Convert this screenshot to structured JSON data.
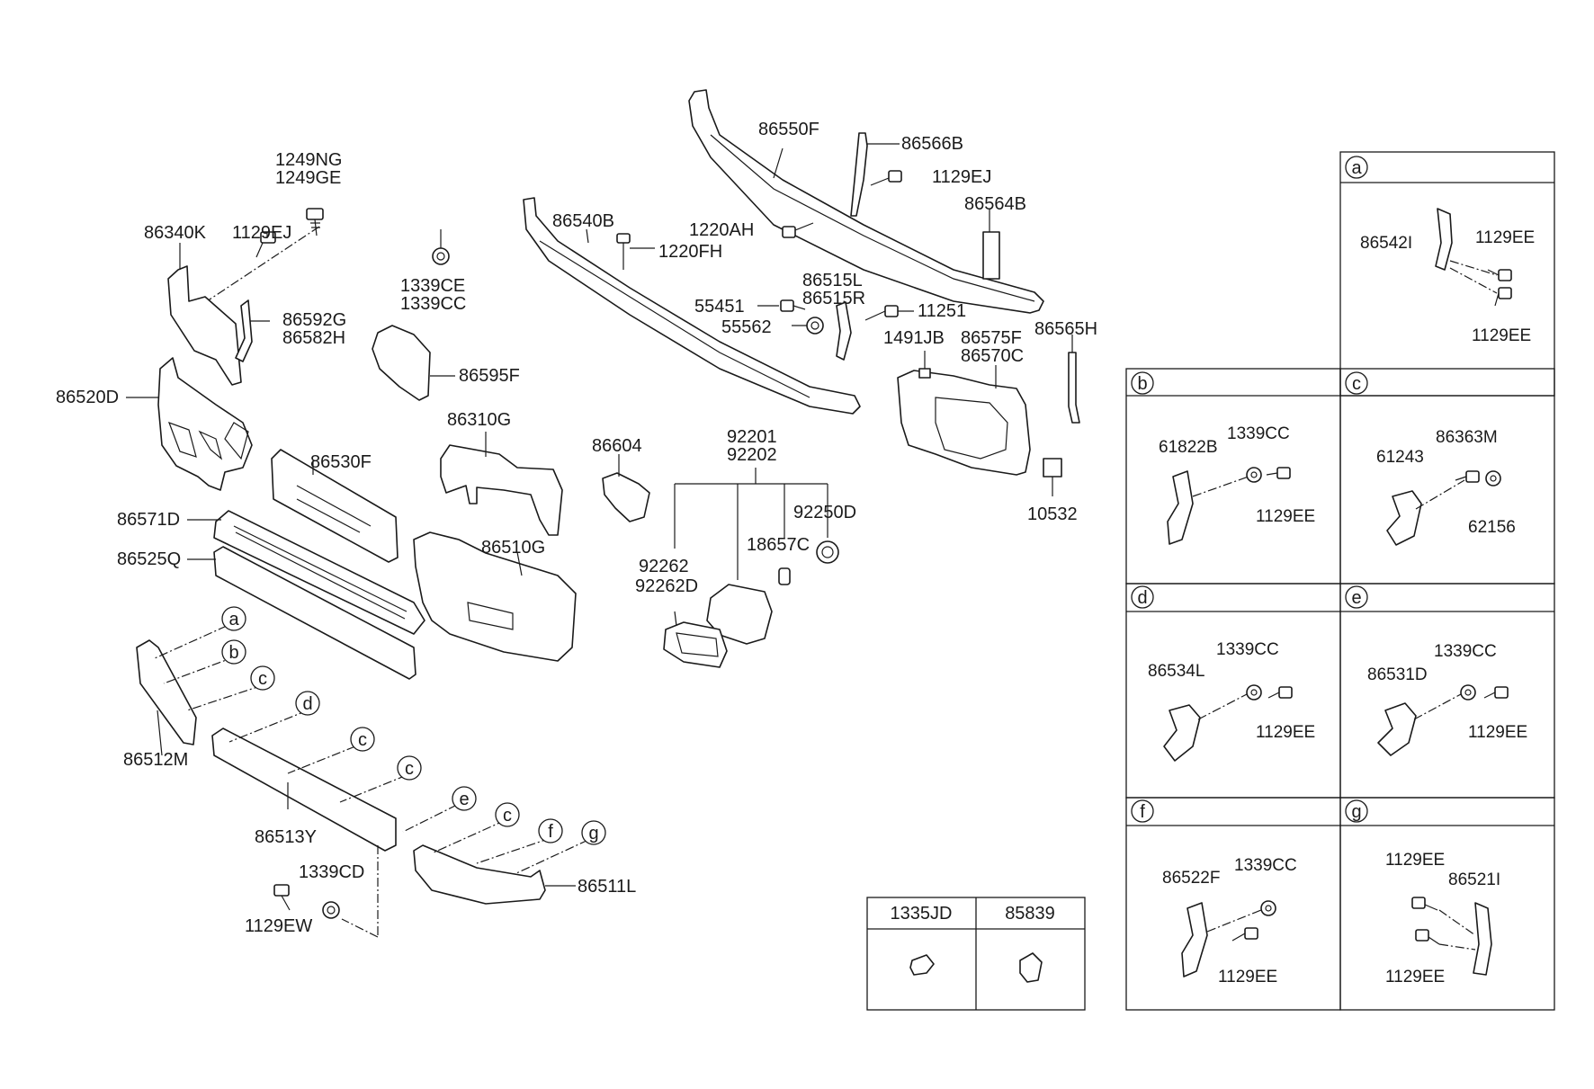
{
  "diagram": {
    "part_labels": {
      "p1249NG": "1249NG",
      "p1249GE": "1249GE",
      "p86340K": "86340K",
      "p1129EJ_a": "1129EJ",
      "p86592G": "86592G",
      "p86582H": "86582H",
      "p1339CE": "1339CE",
      "p1339CC_a": "1339CC",
      "p86595F": "86595F",
      "p86520D": "86520D",
      "p86530F": "86530F",
      "p86310G": "86310G",
      "p86571D": "86571D",
      "p86525Q": "86525Q",
      "p86510G": "86510G",
      "p86512M": "86512M",
      "p86513Y": "86513Y",
      "p1339CD": "1339CD",
      "p1129EW": "1129EW",
      "p86511L": "86511L",
      "p86550F": "86550F",
      "p86566B": "86566B",
      "p1129EJ_b": "1129EJ",
      "p86564B": "86564B",
      "p86540B": "86540B",
      "p1220AH": "1220AH",
      "p1220FH": "1220FH",
      "p86515L": "86515L",
      "p86515R": "86515R",
      "p55451": "55451",
      "p55562": "55562",
      "p11251": "11251",
      "p1491JB": "1491JB",
      "p86575F": "86575F",
      "p86570C": "86570C",
      "p86565H": "86565H",
      "p10532": "10532",
      "p86604": "86604",
      "p92201": "92201",
      "p92202": "92202",
      "p92250D": "92250D",
      "p18657C": "18657C",
      "p92262": "92262",
      "p92262D": "92262D"
    },
    "callouts": {
      "a": "a",
      "b": "b",
      "c1": "c",
      "d": "d",
      "c2": "c",
      "c3": "c",
      "e": "e",
      "c4": "c",
      "f": "f",
      "g": "g"
    },
    "small_table": {
      "headers": [
        "1335JD",
        "85839"
      ]
    },
    "detail_panels": {
      "a": {
        "letter": "a",
        "labels": [
          "86542I",
          "1129EE",
          "1129EE"
        ]
      },
      "b": {
        "letter": "b",
        "labels": [
          "61822B",
          "1339CC",
          "1129EE"
        ]
      },
      "c": {
        "letter": "c",
        "labels": [
          "61243",
          "86363M",
          "62156"
        ]
      },
      "d": {
        "letter": "d",
        "labels": [
          "86534L",
          "1339CC",
          "1129EE"
        ]
      },
      "e": {
        "letter": "e",
        "labels": [
          "86531D",
          "1339CC",
          "1129EE"
        ]
      },
      "f": {
        "letter": "f",
        "labels": [
          "86522F",
          "1339CC",
          "1129EE"
        ]
      },
      "g": {
        "letter": "g",
        "labels": [
          "1129EE",
          "86521I",
          "1129EE"
        ]
      }
    }
  }
}
